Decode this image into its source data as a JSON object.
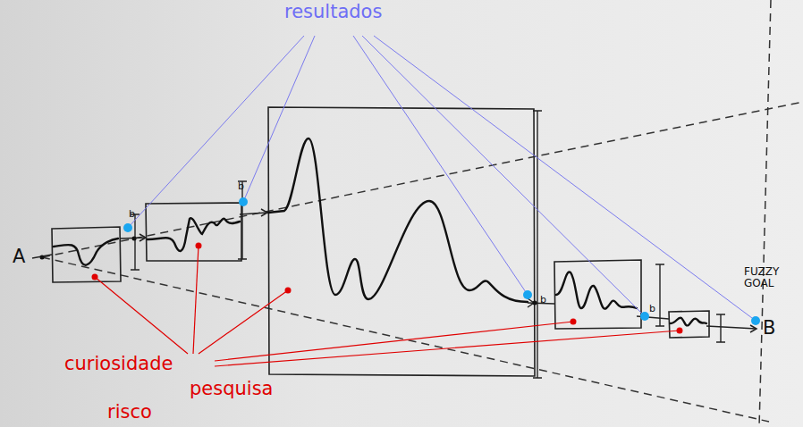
{
  "diagram": {
    "labels": [
      "resultados",
      "curiosidade",
      "pesquisa",
      "risco",
      "A",
      "FUZZY GOAL",
      "B",
      "b",
      "b",
      "b",
      "b"
    ]
  }
}
